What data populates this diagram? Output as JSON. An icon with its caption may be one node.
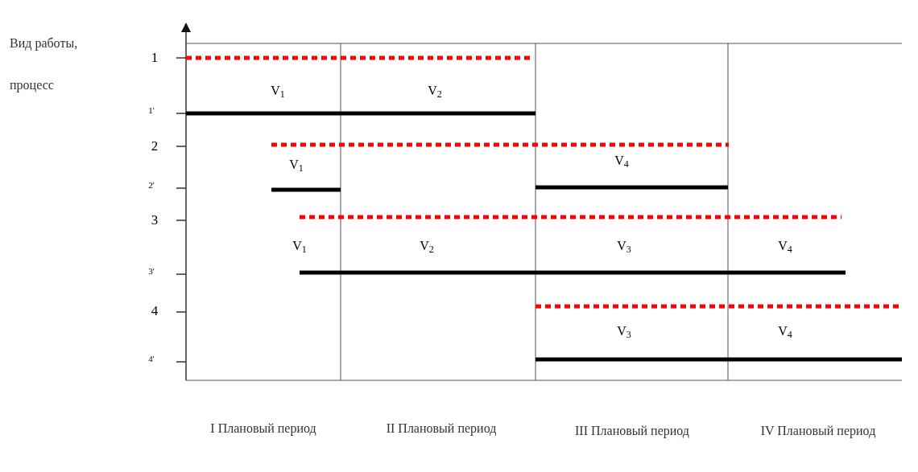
{
  "diagram": {
    "labels": [
      "Вид работы,",
      "процесс",
      "1",
      "V$_{1}$",
      "V$_{2}$",
      "1'",
      "2",
      "V$_{1}$",
      "V$_{4}$",
      "2'",
      "3",
      "V$_{1}$",
      "V$_{2}$",
      "V$_{3}$",
      "V$_{4}$",
      "3'",
      "4",
      "V$_{3}$",
      "V$_{4}$",
      "4'",
      "I Плановый период",
      "II Плановый период",
      "III Плановый период",
      "IV Плановый период"
    ]
  }
}
